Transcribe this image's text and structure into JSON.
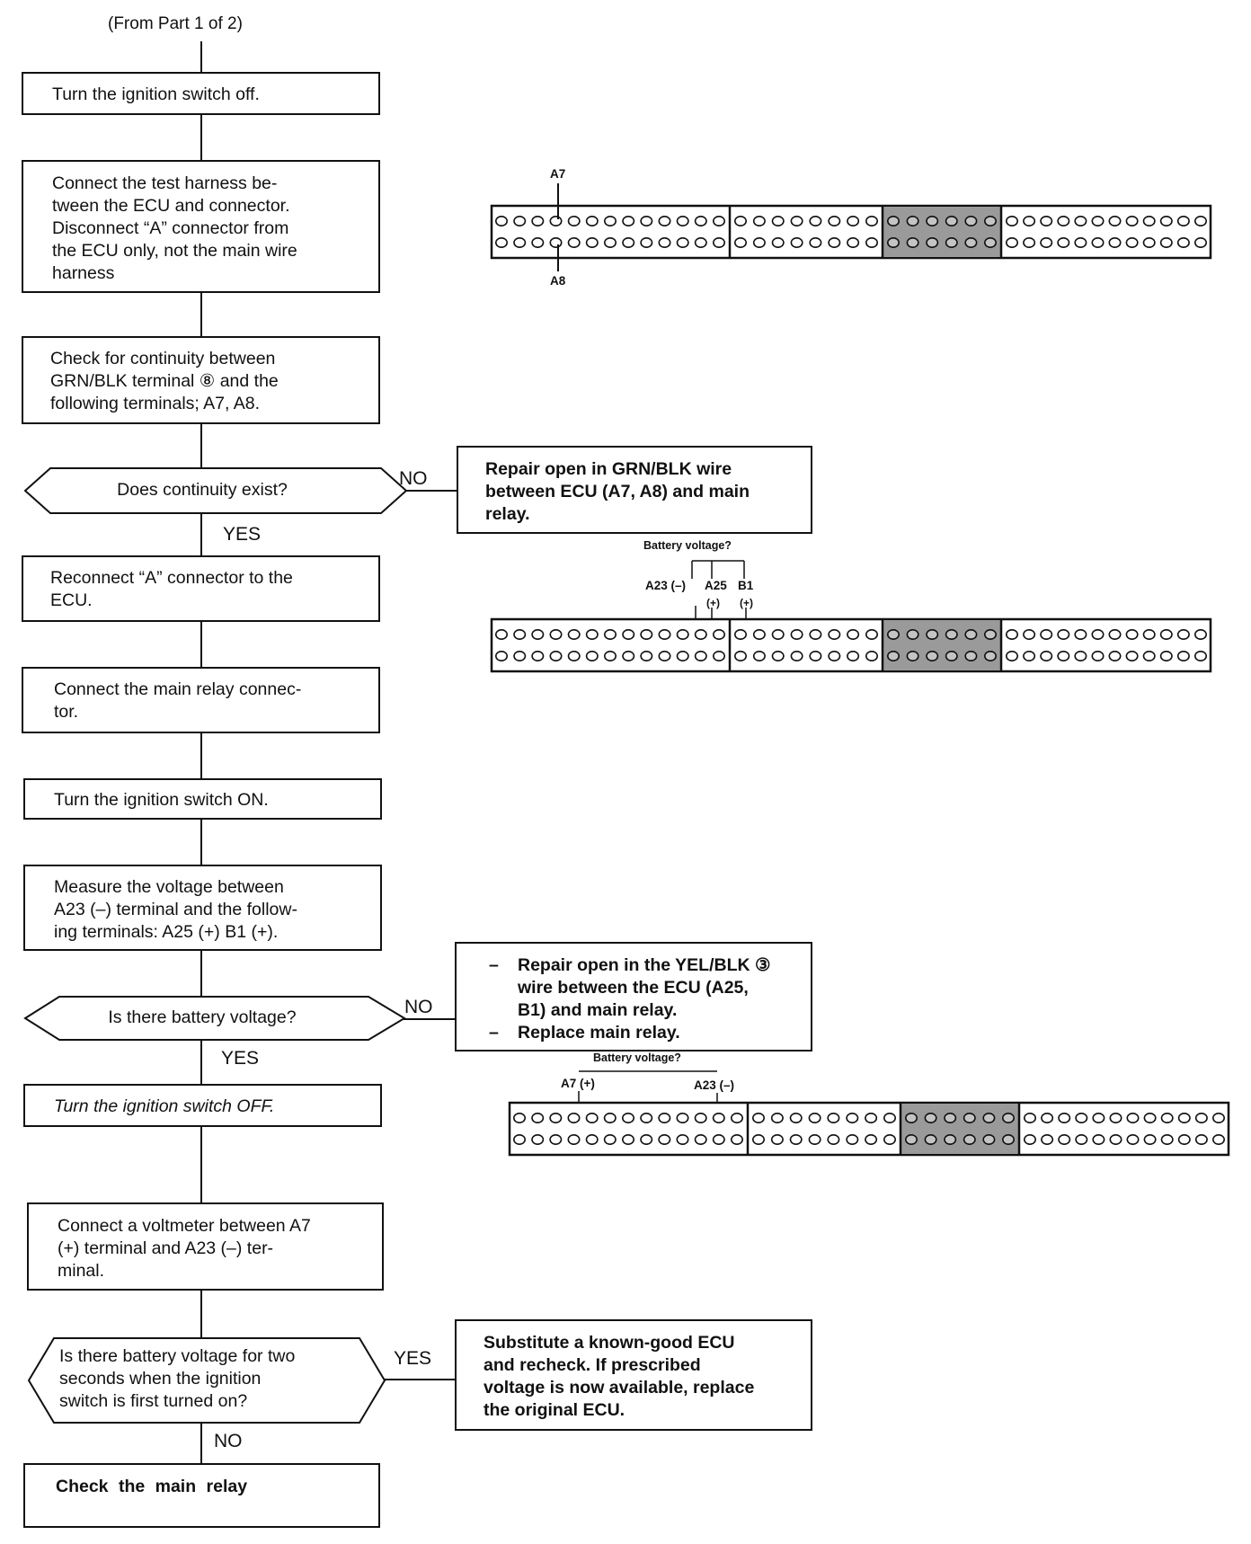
{
  "header": {
    "caption": "(From Part 1 of 2)"
  },
  "steps": [
    {
      "id": "turn-off",
      "text": "Turn the ignition switch off."
    },
    {
      "id": "connect-harness",
      "lines": [
        "Connect the test harness be-",
        "tween the ECU and connector.",
        "Disconnect “A” connector from",
        "the ECU only, not the main wire",
        "harness"
      ]
    },
    {
      "id": "check-continuity",
      "lines": [
        "Check for continuity between",
        "GRN/BLK terminal ⑧ and the",
        "following terminals; A7, A8."
      ]
    },
    {
      "id": "reconnect-a",
      "lines": [
        "Reconnect “A” connector to the",
        "ECU."
      ]
    },
    {
      "id": "connect-relay",
      "lines": [
        "Connect the main relay connec-",
        "tor."
      ]
    },
    {
      "id": "turn-on",
      "text": "Turn the ignition switch ON."
    },
    {
      "id": "measure-voltage",
      "lines": [
        "Measure the voltage between",
        "A23 (–) terminal and the follow-",
        "ing terminals: A25 (+) B1 (+)."
      ]
    },
    {
      "id": "turn-off-2",
      "text": "Turn the ignition switch OFF."
    },
    {
      "id": "connect-voltmeter",
      "lines": [
        "Connect a voltmeter between A7",
        "(+) terminal and A23 (–) ter-",
        "minal."
      ]
    },
    {
      "id": "check-relay",
      "text": "Check the main relay"
    }
  ],
  "decisions": [
    {
      "id": "continuity-exist",
      "text": "Does continuity exist?",
      "no": "NO",
      "yes": "YES"
    },
    {
      "id": "battery-voltage",
      "text": "Is there battery voltage?",
      "no": "NO",
      "yes": "YES"
    },
    {
      "id": "battery-two-seconds",
      "lines": [
        "Is there battery voltage for two",
        "seconds when the ignition",
        "switch is first turned on?"
      ],
      "yes": "YES",
      "no": "NO"
    }
  ],
  "outcomes": {
    "repair_grn_blk": [
      "Repair open in GRN/BLK wire",
      "between ECU (A7, A8) and main",
      "relay."
    ],
    "repair_yel_blk": {
      "items": [
        {
          "dash": "–",
          "lines": [
            "Repair open in the YEL/BLK ③",
            "wire between the ECU (A25,",
            "B1) and main relay."
          ]
        },
        {
          "dash": "–",
          "lines": [
            "Replace main relay."
          ]
        }
      ]
    },
    "substitute_ecu": [
      "Substitute a known-good ECU",
      "and recheck. If prescribed",
      "voltage is now available, replace",
      "the original ECU."
    ]
  },
  "connectors": [
    {
      "id": "connector-1",
      "labels": {
        "top": "A7",
        "bottom": "A8"
      }
    },
    {
      "id": "connector-2",
      "labels": {
        "heading": "Battery voltage?",
        "a23": "A23 (–)",
        "a25": "A25",
        "b1": "B1",
        "a25_sign": "(+)",
        "b1_sign": "(+)"
      }
    },
    {
      "id": "connector-3",
      "labels": {
        "heading": "Battery voltage?",
        "a7": "A7 (+)",
        "a23": "A23 (–)"
      }
    }
  ],
  "colors": {
    "ink": "#111111",
    "shade": "#9a9a9a"
  }
}
